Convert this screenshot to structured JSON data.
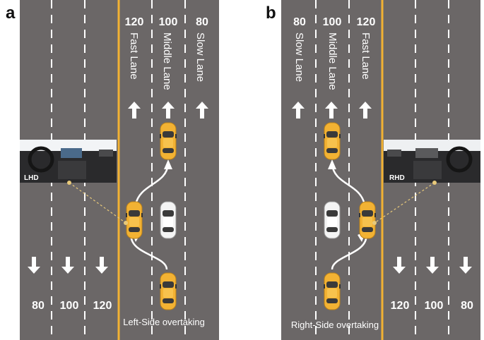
{
  "colors": {
    "road": "#6b6767",
    "center_line": "#f2b233",
    "lane_dash": "#ffffff",
    "car_body": "#f2b233",
    "car_white": "#f4f4f4",
    "leader_line": "#e8c97a"
  },
  "panels": [
    {
      "letter": "a",
      "caption": "Left-Side overtaking",
      "top_speeds": [
        "120",
        "100",
        "80"
      ],
      "lane_names": [
        "Fast Lane",
        "Middle Lane",
        "Slow Lane"
      ],
      "bottom_speeds": [
        "80",
        "100",
        "120"
      ],
      "dashboard_label": "LHD",
      "icons": [
        "arrow-up-icon",
        "arrow-down-icon",
        "car-icon",
        "dashboard-photo"
      ]
    },
    {
      "letter": "b",
      "caption": "Right-Side overtaking",
      "top_speeds": [
        "80",
        "100",
        "120"
      ],
      "lane_names": [
        "Slow Lane",
        "Middle Lane",
        "Fast Lane"
      ],
      "bottom_speeds": [
        "120",
        "100",
        "80"
      ],
      "dashboard_label": "RHD",
      "icons": [
        "arrow-up-icon",
        "arrow-down-icon",
        "car-icon",
        "dashboard-photo"
      ]
    }
  ]
}
